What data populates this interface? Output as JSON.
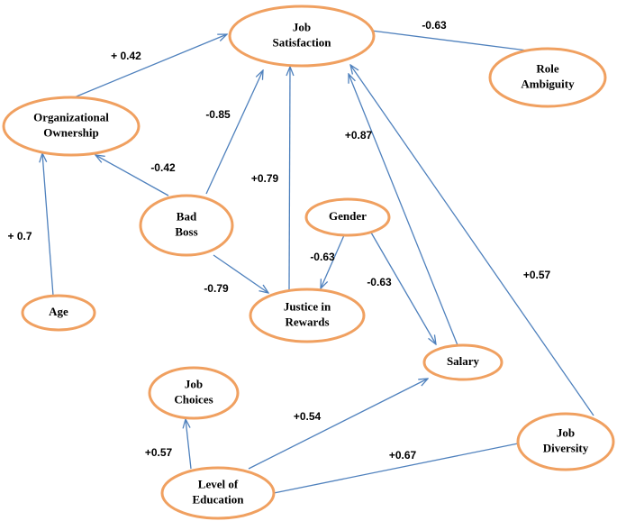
{
  "colors": {
    "node_border": "#f0a060",
    "edge": "#4f81bd",
    "text": "#000000",
    "background": "#ffffff"
  },
  "nodes": [
    {
      "id": "job-satisfaction",
      "lines": [
        "Job",
        "Satisfaction"
      ]
    },
    {
      "id": "role-ambiguity",
      "lines": [
        "Role",
        "Ambiguity"
      ]
    },
    {
      "id": "organizational-ownership",
      "lines": [
        "Organizational",
        "Ownership"
      ]
    },
    {
      "id": "bad-boss",
      "lines": [
        "Bad",
        "Boss"
      ]
    },
    {
      "id": "gender",
      "lines": [
        "Gender"
      ]
    },
    {
      "id": "age",
      "lines": [
        "Age"
      ]
    },
    {
      "id": "justice-in-rewards",
      "lines": [
        "Justice in",
        "Rewards"
      ]
    },
    {
      "id": "salary",
      "lines": [
        "Salary"
      ]
    },
    {
      "id": "job-choices",
      "lines": [
        "Job",
        "Choices"
      ]
    },
    {
      "id": "job-diversity",
      "lines": [
        "Job",
        "Diversity"
      ]
    },
    {
      "id": "level-of-education",
      "lines": [
        "Level of",
        "Education"
      ]
    }
  ],
  "edges": [
    {
      "from": "organizational-ownership",
      "to": "job-satisfaction",
      "label": "+ 0.42"
    },
    {
      "from": "role-ambiguity",
      "to": "job-satisfaction",
      "label": "-0.63"
    },
    {
      "from": "bad-boss",
      "to": "job-satisfaction",
      "label": "-0.85"
    },
    {
      "from": "bad-boss",
      "to": "organizational-ownership",
      "label": "-0.42"
    },
    {
      "from": "justice-in-rewards",
      "to": "job-satisfaction",
      "label": "+0.79"
    },
    {
      "from": "salary",
      "to": "job-satisfaction",
      "label": "+0.87"
    },
    {
      "from": "job-diversity",
      "to": "job-satisfaction",
      "label": "+0.57"
    },
    {
      "from": "age",
      "to": "organizational-ownership",
      "label": "+ 0.7"
    },
    {
      "from": "bad-boss",
      "to": "justice-in-rewards",
      "label": "-0.79"
    },
    {
      "from": "gender",
      "to": "justice-in-rewards",
      "label": "-0.63"
    },
    {
      "from": "gender",
      "to": "salary",
      "label": "-0.63"
    },
    {
      "from": "level-of-education",
      "to": "salary",
      "label": "+0.54"
    },
    {
      "from": "level-of-education",
      "to": "job-choices",
      "label": "+0.57"
    },
    {
      "from": "level-of-education",
      "to": "job-diversity",
      "label": "+0.67"
    }
  ]
}
